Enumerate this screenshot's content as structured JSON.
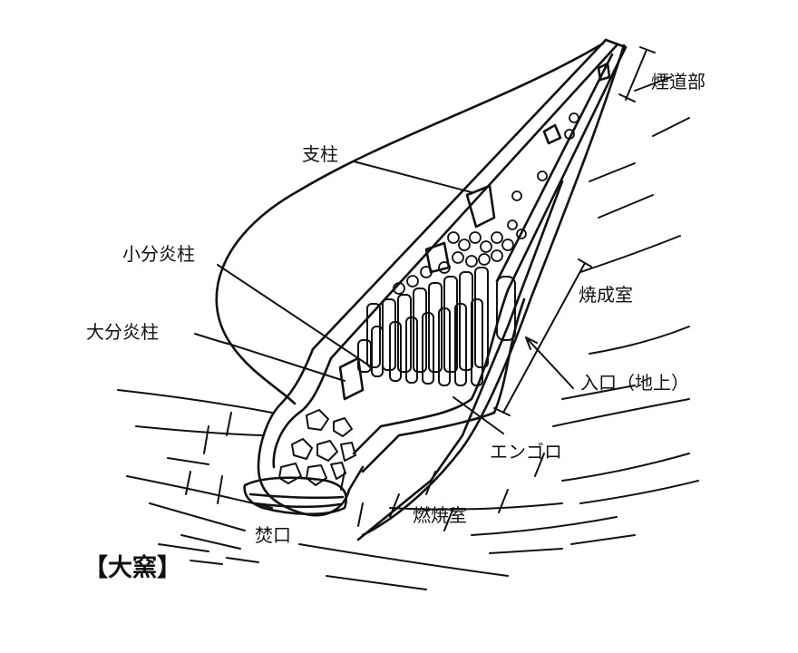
{
  "diagram": {
    "title": "【大窯】",
    "labels": {
      "chimney": "煙道部",
      "support_pillar": "支柱",
      "small_divider": "小分炎柱",
      "large_divider": "大分炎柱",
      "firing_chamber": "焼成室",
      "entrance": "入口（地上）",
      "engoro": "エンゴロ",
      "combustion_chamber": "燃焼室",
      "stoke_hole": "焚口"
    }
  }
}
